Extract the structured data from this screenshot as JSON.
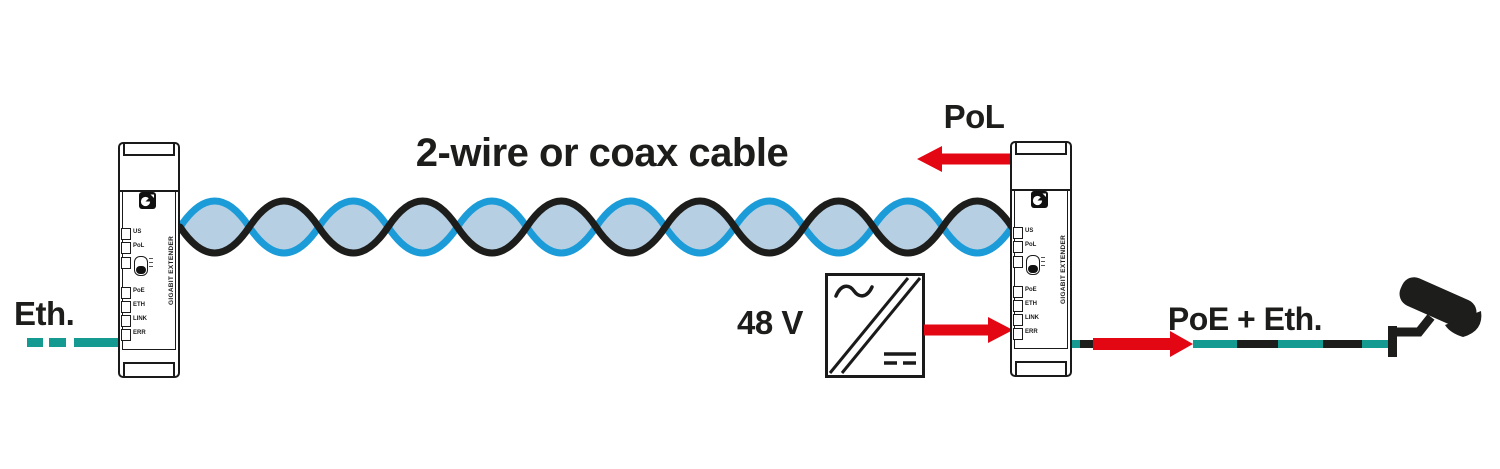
{
  "diagram": {
    "title": "2-wire or coax cable",
    "eth_label": "Eth.",
    "pol_label": "PoL",
    "psu_label": "48 V",
    "poe_eth_label": "PoE + Eth.",
    "device": {
      "brand": "GIGABIT EXTENDER",
      "leds": {
        "us": "US",
        "pol": "PoL",
        "poe": "PoE",
        "eth": "ETH",
        "link": "LINK",
        "err": "ERR"
      }
    },
    "psu_symbols": {
      "ac": "~",
      "dc": "⎓"
    },
    "icons": {
      "brand_logo": "brand-logo-icon",
      "dip_switch": "mode-dip-switch",
      "camera": "cctv-camera-icon",
      "pol_arrow": "pol-arrow-left-icon",
      "power_arrow": "power-arrow-right-icon",
      "poe_arrow": "poe-arrow-right-icon"
    },
    "colors": {
      "teal": "#149a90",
      "red": "#e30613",
      "blue": "#1b9cd9",
      "twist_fill": "#b7cfe2",
      "ink": "#1d1d1b"
    }
  }
}
